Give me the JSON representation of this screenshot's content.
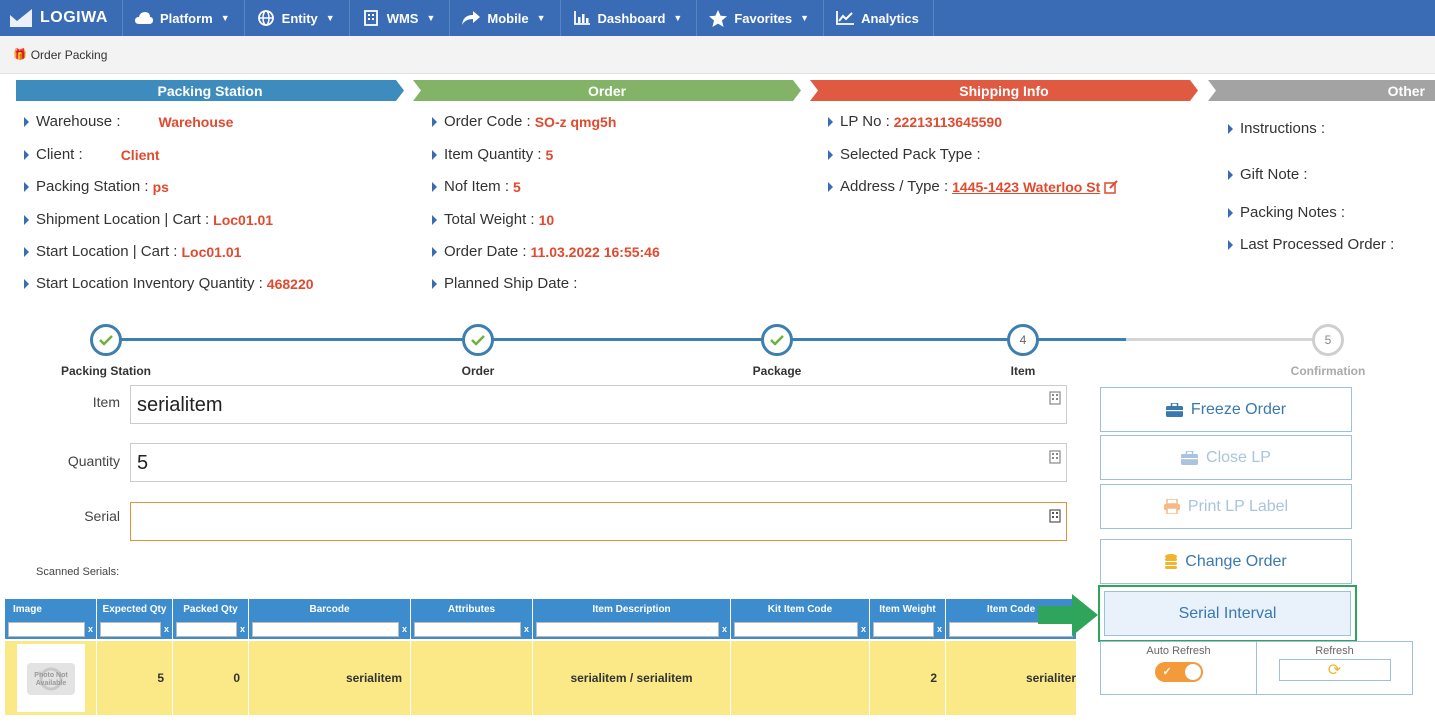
{
  "nav": {
    "brand": "LOGIWA",
    "items": [
      {
        "label": "Platform",
        "icon": "cloud-icon",
        "caret": true
      },
      {
        "label": "Entity",
        "icon": "globe-icon",
        "caret": true
      },
      {
        "label": "WMS",
        "icon": "building-icon",
        "caret": true
      },
      {
        "label": "Mobile",
        "icon": "share-arrow-icon",
        "caret": true
      },
      {
        "label": "Dashboard",
        "icon": "bar-chart-icon",
        "caret": true
      },
      {
        "label": "Favorites",
        "icon": "star-icon",
        "caret": true
      },
      {
        "label": "Analytics",
        "icon": "line-chart-icon",
        "caret": false
      }
    ]
  },
  "breadcrumb": "Order Packing",
  "sections": {
    "packing": "Packing Station",
    "order": "Order",
    "shipping": "Shipping Info",
    "other": "Other"
  },
  "packing_info": {
    "warehouse_label": "Warehouse :",
    "warehouse_value": "Warehouse",
    "client_label": "Client :",
    "client_value": "Client",
    "station_label": "Packing Station :",
    "station_value": "ps",
    "shiploc_label": "Shipment Location | Cart :",
    "shiploc_value": "Loc01.01",
    "startloc_label": "Start Location | Cart :",
    "startloc_value": "Loc01.01",
    "startinv_label": "Start Location Inventory Quantity :",
    "startinv_value": "468220"
  },
  "order_info": {
    "code_label": "Order Code :",
    "code_value": "SO-z qmg5h",
    "qty_label": "Item Quantity :",
    "qty_value": "5",
    "nof_label": "Nof Item :",
    "nof_value": "5",
    "weight_label": "Total Weight :",
    "weight_value": "10",
    "date_label": "Order Date :",
    "date_value": "11.03.2022 16:55:46",
    "ship_label": "Planned Ship Date :"
  },
  "shipping_info": {
    "lp_label": "LP No :",
    "lp_value": "22213113645590",
    "pack_label": "Selected Pack Type :",
    "addr_label": "Address / Type :",
    "addr_value": "1445-1423 Waterloo St"
  },
  "other_info": {
    "instructions": "Instructions :",
    "gift": "Gift Note :",
    "notes": "Packing Notes :",
    "last": "Last Processed Order :"
  },
  "steps": [
    {
      "label": "Packing Station",
      "state": "done",
      "number": ""
    },
    {
      "label": "Order",
      "state": "done",
      "number": ""
    },
    {
      "label": "Package",
      "state": "done",
      "number": ""
    },
    {
      "label": "Item",
      "state": "current",
      "number": "4"
    },
    {
      "label": "Confirmation",
      "state": "pending",
      "number": "5"
    }
  ],
  "form": {
    "item_label": "Item",
    "item_value": "serialitem",
    "qty_label": "Quantity",
    "qty_value": "5",
    "serial_label": "Serial",
    "serial_value": ""
  },
  "scanned_label": "Scanned Serials:",
  "grid": {
    "columns": [
      "Image",
      "Expected Qty",
      "Packed Qty",
      "Barcode",
      "Attributes",
      "Item Description",
      "Kit Item Code",
      "Item Weight",
      "Item Code"
    ],
    "row": {
      "image": "Photo Not Available",
      "expected": "5",
      "packed": "0",
      "barcode": "serialitem",
      "attributes": "",
      "description": "serialitem / serialitem",
      "kit": "",
      "weight": "2",
      "code": "serialiter"
    }
  },
  "buttons": {
    "freeze": "Freeze Order",
    "close": "Close LP",
    "print": "Print LP Label",
    "change": "Change Order",
    "serial": "Serial Interval"
  },
  "refresh": {
    "auto_label": "Auto Refresh",
    "auto_on": true,
    "refresh_label": "Refresh"
  },
  "colors": {
    "nav": "#3a6bb5",
    "packing": "#3d8cbd",
    "order": "#82b366",
    "shipping": "#e05a41",
    "other": "#a3a3a3",
    "value": "#e04a2f",
    "highlight_row": "#fbe987",
    "callout": "#2ea55a"
  }
}
